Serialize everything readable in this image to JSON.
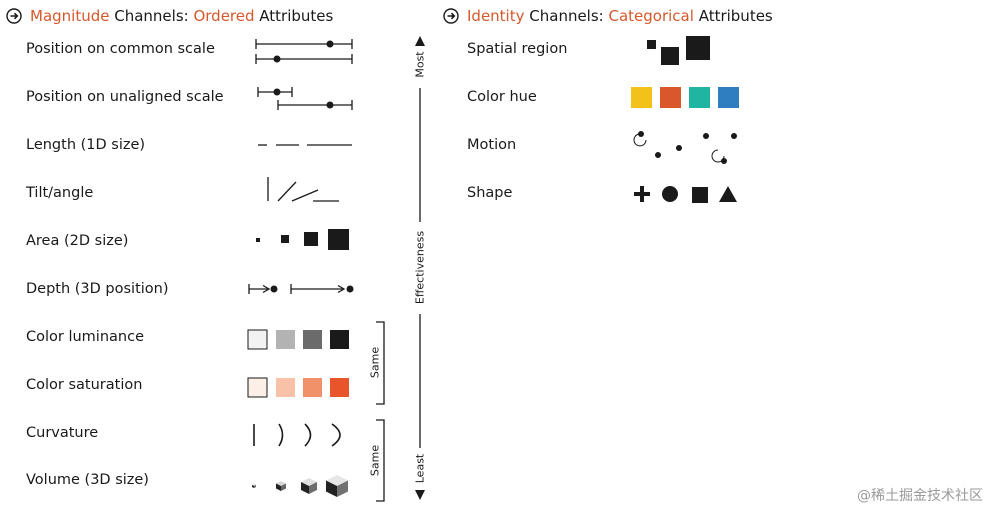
{
  "left_header": {
    "part1": "Magnitude",
    "part2": " Channels: ",
    "part3": "Ordered",
    "part4": " Attributes",
    "icon": "arrow-circle-right-icon"
  },
  "right_header": {
    "part1": "Identity",
    "part2": " Channels: ",
    "part3": "Categorical",
    "part4": " Attributes",
    "icon": "arrow-circle-right-icon"
  },
  "magnitude_channels": [
    "Position on common scale",
    "Position on unaligned scale",
    "Length (1D size)",
    "Tilt/angle",
    "Area (2D size)",
    "Depth (3D position)",
    "Color luminance",
    "Color saturation",
    "Curvature",
    "Volume (3D size)"
  ],
  "identity_channels": [
    "Spatial region",
    "Color hue",
    "Motion",
    "Shape"
  ],
  "effectiveness": {
    "most": "Most",
    "axis": "Effectiveness",
    "least": "Least",
    "same1": "Same",
    "same2": "Same"
  },
  "colors": {
    "accent": "#d6582b",
    "luminance": [
      "#f2f2f2",
      "#b3b3b3",
      "#6b6b6b",
      "#1a1a1a"
    ],
    "saturation": [
      "#fbefe8",
      "#f8c1a8",
      "#f1916a",
      "#e9552a"
    ],
    "hue": [
      "#f2c21b",
      "#d9572b",
      "#1fb5a0",
      "#2f7fc0"
    ]
  },
  "watermark": "@稀土掘金技术社区"
}
